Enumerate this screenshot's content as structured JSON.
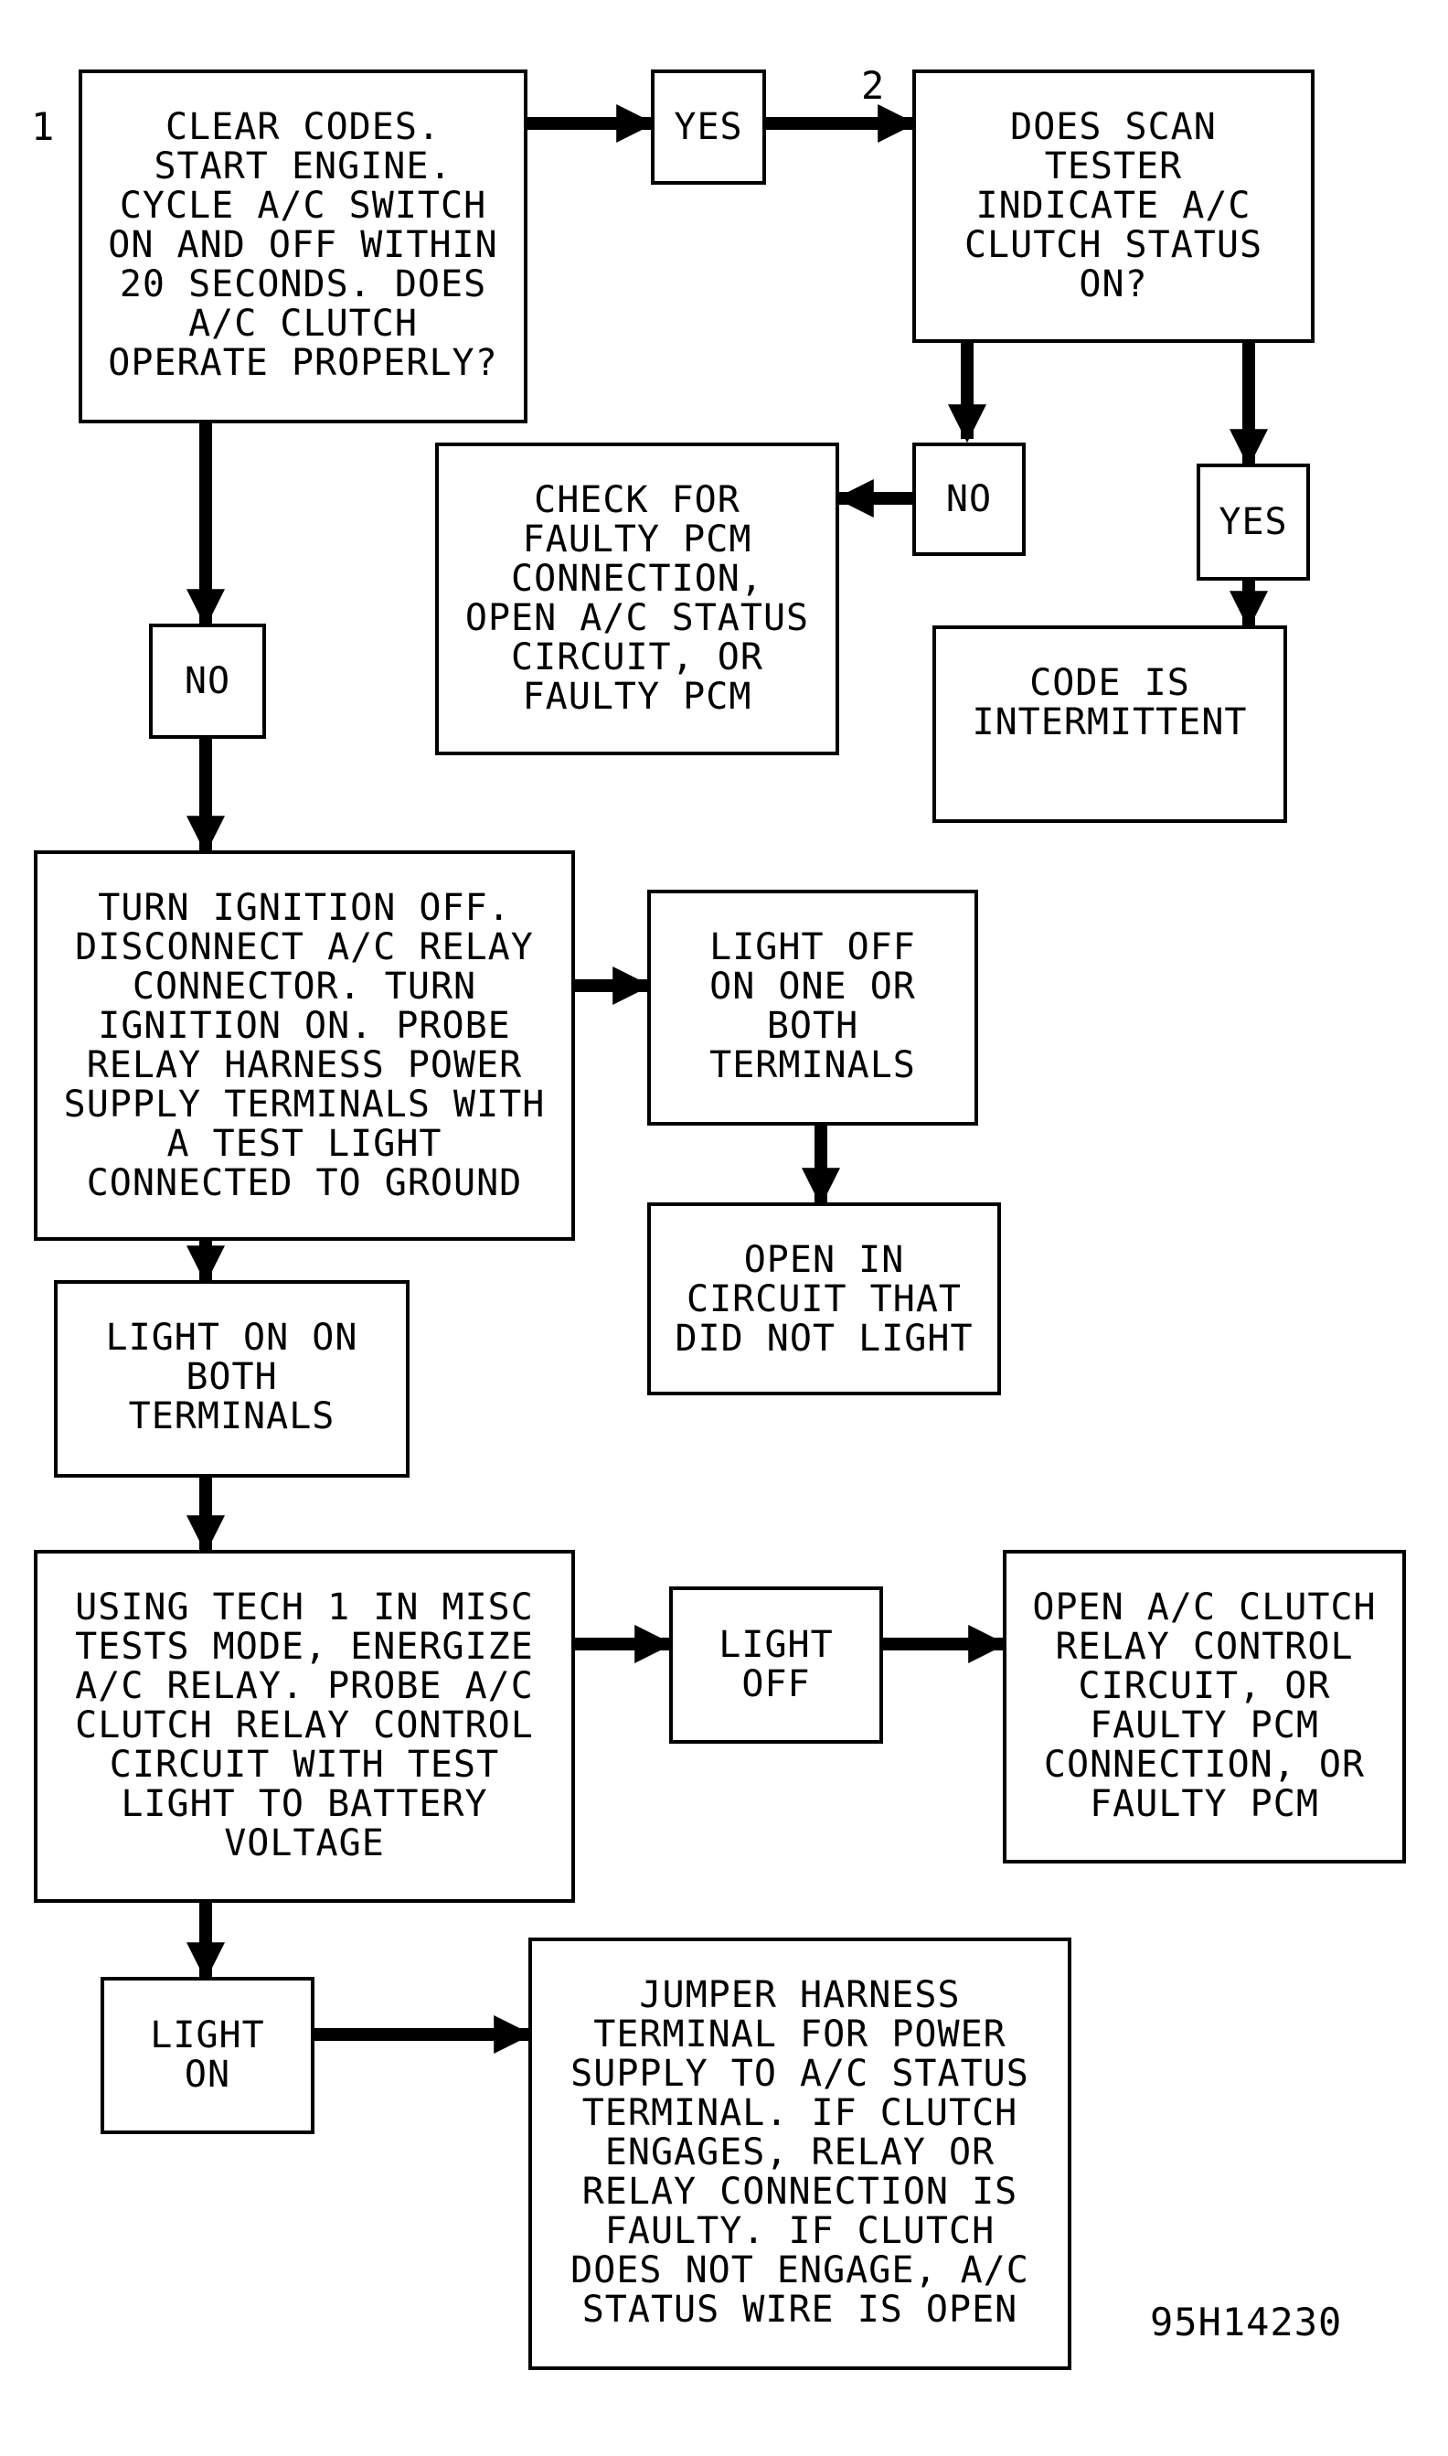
{
  "steps": {
    "step1": "1",
    "step2": "2"
  },
  "boxes": {
    "clear_codes": "CLEAR CODES.\nSTART ENGINE.\nCYCLE A/C SWITCH\nON AND OFF WITHIN\n20 SECONDS. DOES\nA/C CLUTCH\nOPERATE PROPERLY?",
    "yes_1": "YES",
    "scan_tester": "DOES SCAN\nTESTER\nINDICATE A/C\nCLUTCH STATUS\nON?",
    "no_scan": "NO",
    "check_faulty_pcm": "CHECK FOR\nFAULTY PCM\nCONNECTION,\nOPEN A/C STATUS\nCIRCUIT, OR\nFAULTY PCM",
    "yes_scan": "YES",
    "intermittent": "CODE IS\nINTERMITTENT",
    "no_1": "NO",
    "turn_ignition": "TURN IGNITION OFF.\nDISCONNECT A/C RELAY\nCONNECTOR. TURN\nIGNITION ON. PROBE\nRELAY HARNESS POWER\nSUPPLY TERMINALS WITH\nA TEST LIGHT\nCONNECTED TO GROUND",
    "light_off_one": "LIGHT OFF\nON ONE OR\nBOTH\nTERMINALS",
    "open_circuit": "OPEN IN\nCIRCUIT THAT\nDID NOT LIGHT",
    "light_on_both": "LIGHT ON ON\nBOTH\nTERMINALS",
    "tech1": "USING TECH 1 IN MISC\nTESTS MODE, ENERGIZE\nA/C RELAY. PROBE A/C\nCLUTCH RELAY CONTROL\nCIRCUIT WITH TEST\nLIGHT TO BATTERY\nVOLTAGE",
    "light_off": "LIGHT\nOFF",
    "open_relay_control": "OPEN A/C CLUTCH\nRELAY CONTROL\nCIRCUIT, OR\nFAULTY PCM\nCONNECTION, OR\nFAULTY PCM",
    "light_on": "LIGHT\nON",
    "jumper": "JUMPER HARNESS\nTERMINAL FOR POWER\nSUPPLY TO A/C STATUS\nTERMINAL. IF CLUTCH\nENGAGES, RELAY OR\nRELAY CONNECTION IS\nFAULTY. IF CLUTCH\nDOES NOT ENGAGE, A/C\nSTATUS WIRE IS OPEN"
  },
  "figure_number": "95H14230"
}
